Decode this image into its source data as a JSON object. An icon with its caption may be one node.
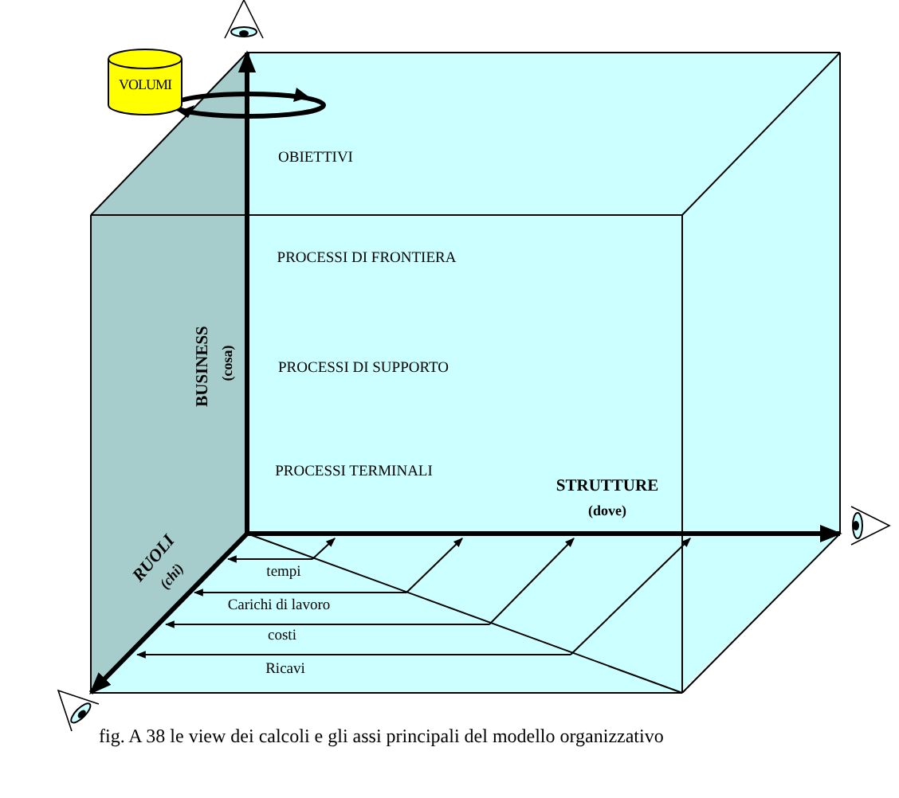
{
  "diagram": {
    "caption": "fig. A 38 le view dei calcoli e gli assi principali del modello organizzativo",
    "nodes": [
      {
        "text": [
          "VOLUMI"
        ]
      }
    ],
    "labels": [
      "OBIETTIVI",
      "PROCESSI DI FRONTIERA",
      "BUSINESS",
      "(cosa)",
      "PROCESSI DI SUPPORTO",
      "PROCESSI TERMINALI",
      "STRUTTURE",
      "(dove)",
      "RUOLI",
      "(chi)",
      "tempi",
      "Carichi di lavoro",
      "costi",
      "Ricavi"
    ]
  }
}
